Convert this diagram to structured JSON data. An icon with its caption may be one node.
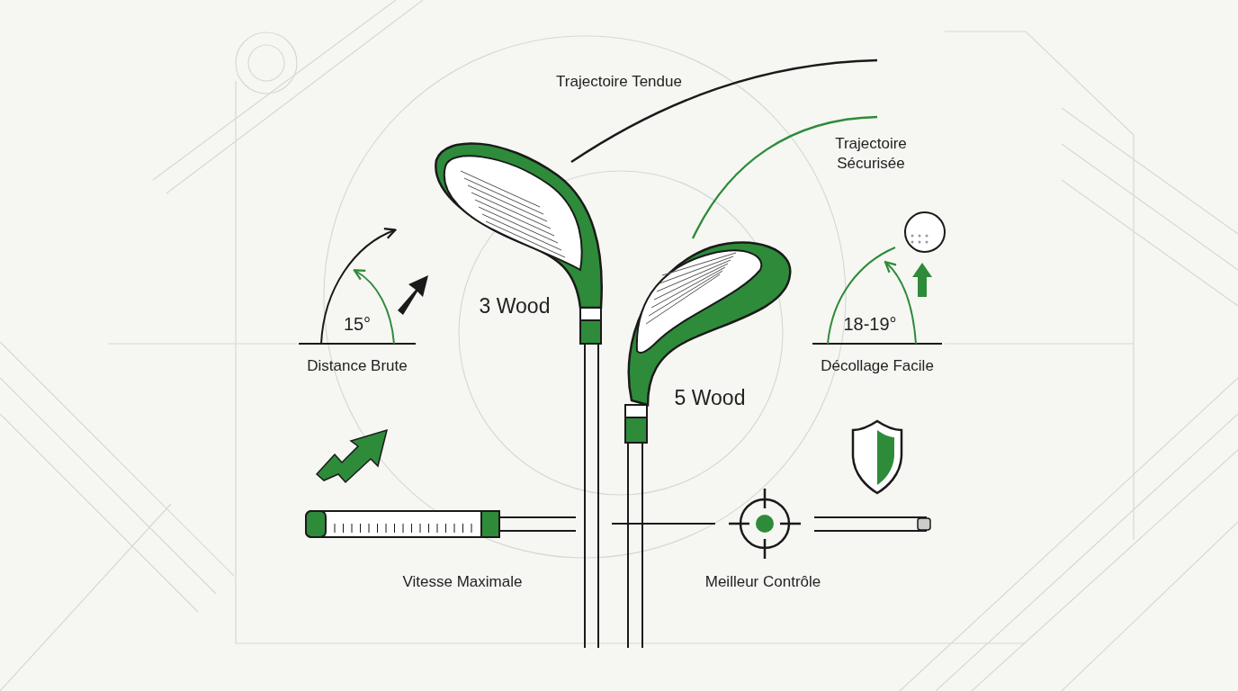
{
  "diagram": {
    "labels": [
      "Trajectoire Tendue",
      "Trajectoire Sécurisée",
      "3 Wood",
      "15°",
      "18-19°",
      "Distance Brute",
      "Décollage Facile",
      "5 Wood",
      "Vitesse Maximale",
      "Meilleur Contrôle"
    ]
  }
}
